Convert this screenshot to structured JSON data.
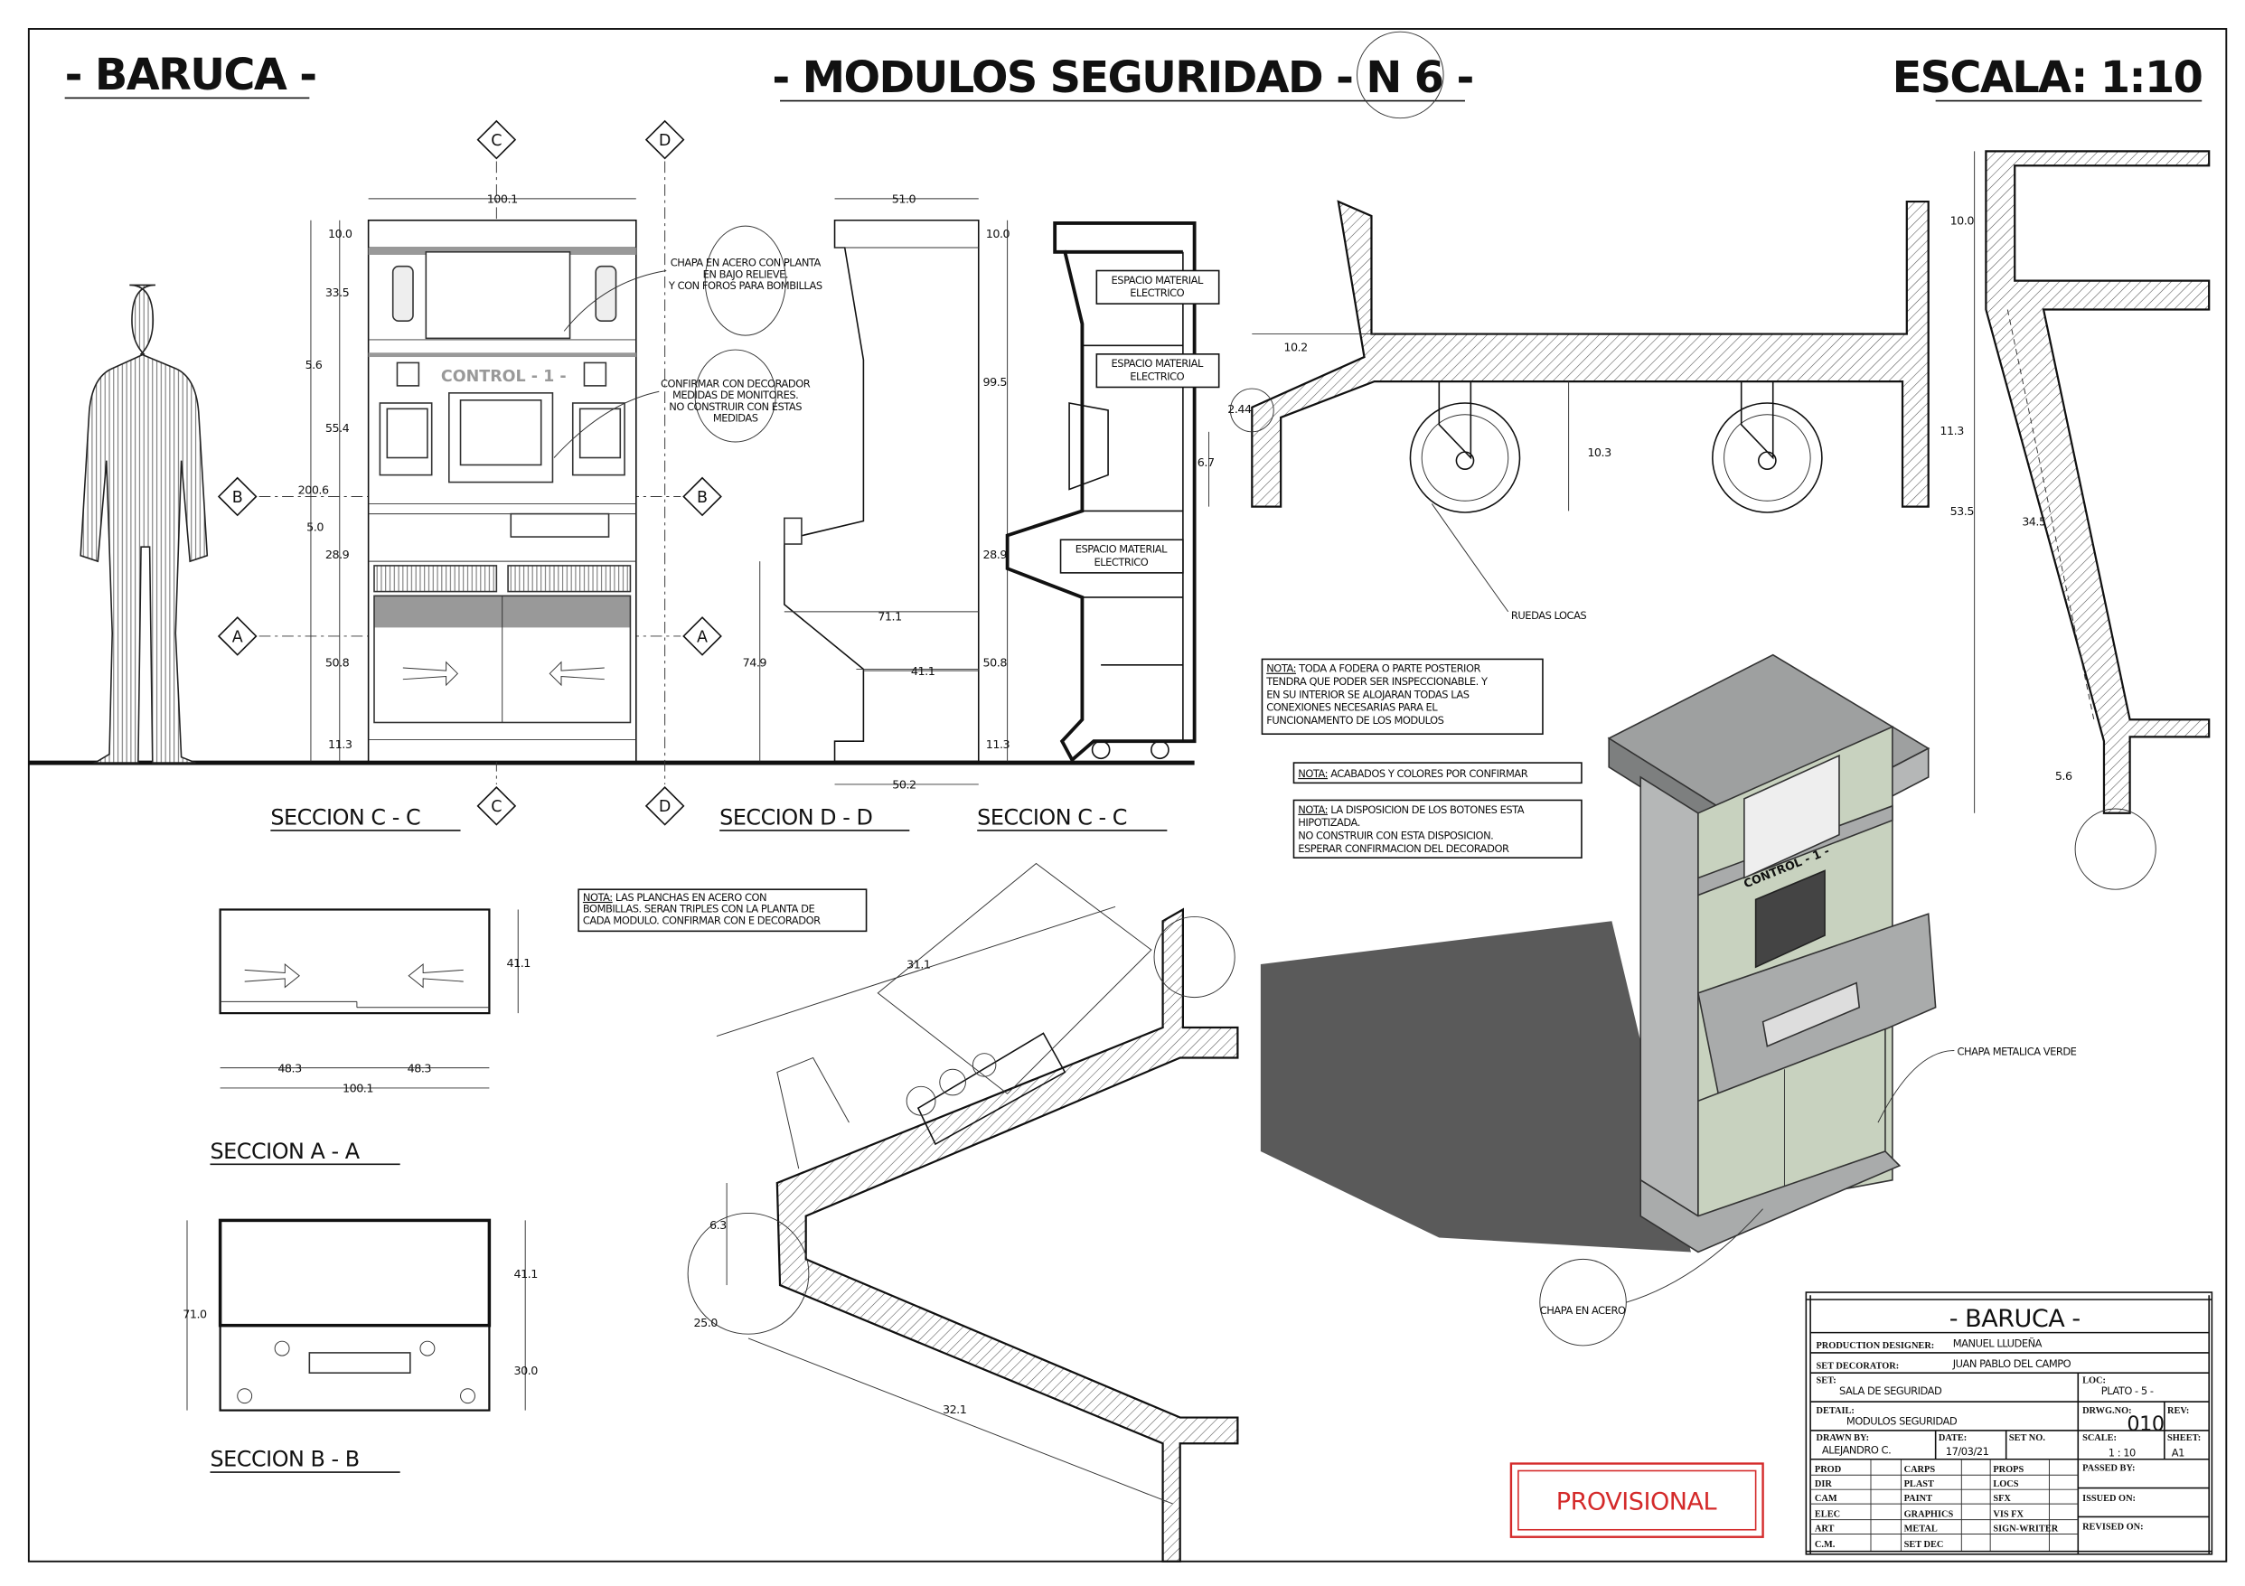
{
  "header": {
    "left_title": "- BARUCA -",
    "center_title": "- MODULOS SEGURIDAD - N 6 -",
    "scale_title": "ESCALA: 1:10"
  },
  "views": {
    "section_cc_1": "SECCION C - C",
    "section_dd": "SECCION D - D",
    "section_cc_2": "SECCION C - C",
    "section_aa": "SECCION A - A",
    "section_bb": "SECCION B - B",
    "markers": {
      "c": "C",
      "d": "D",
      "a": "A",
      "b": "B"
    },
    "control_label": "CONTROL - 1 -"
  },
  "dimensions": {
    "front_width": "100.1",
    "front_h1": "10.0",
    "front_h2": "33.5",
    "front_h3": "5.6",
    "front_h4": "55.4",
    "front_total": "200.6",
    "front_h5": "5.0",
    "front_h6": "28.9",
    "front_h7": "50.8",
    "front_h8": "11.3",
    "side_width": "51.0",
    "side_h1": "10.0",
    "side_h2": "99.5",
    "side_h3": "28.9",
    "side_h4": "50.8",
    "side_h5": "11.3",
    "side_desk_h": "74.9",
    "side_desk_w": "71.1",
    "side_base_w": "41.1",
    "side_bottom_w": "50.2",
    "wheel_a": "10.2",
    "wheel_b": "2.44",
    "wheel_c": "6.7",
    "wheel_d": "10.3",
    "right_a": "10.0",
    "right_b": "11.3",
    "right_c": "53.5",
    "right_d": "34.5",
    "right_e": "5.6",
    "plan_a_depth": "41.1",
    "plan_a_left": "48.3",
    "plan_a_right": "48.3",
    "plan_a_total": "100.1",
    "plan_b_h": "71.0",
    "plan_b_top": "41.1",
    "plan_b_bottom": "30.0",
    "detail_a": "31.1",
    "detail_b": "6.3",
    "detail_c": "25.0",
    "detail_d": "32.1"
  },
  "callouts": {
    "chapa_planta": [
      "CHAPA EN ACERO CON PLANTA",
      "EN BAJO RELIEVE.",
      "Y CON FOROS PARA BOMBILLAS"
    ],
    "confirmar_monitores": [
      "CONFIRMAR CON DECORADOR",
      "MEDIDAS DE MONITORES.",
      "NO CONSTRUIR CON ESTAS",
      "MEDIDAS"
    ],
    "espacio_1": [
      "ESPACIO MATERIAL",
      "ELECTRICO"
    ],
    "espacio_2": [
      "ESPACIO MATERIAL",
      "ELECTRICO"
    ],
    "espacio_3": [
      "ESPACIO MATERIAL",
      "ELECTRICO"
    ],
    "ruedas": "RUEDAS LOCAS",
    "chapa_verde": "CHAPA METALICA VERDE",
    "chapa_acero": "CHAPA EN ACERO"
  },
  "notes": {
    "prefix": "NOTA:",
    "fodera": [
      " TODA A FODERA O PARTE POSTERIOR",
      "TENDRA QUE PODER SER INSPECCIONABLE. Y",
      "EN SU INTERIOR SE ALOJARAN TODAS LAS",
      "CONEXIONES NECESARIAS PARA EL",
      "FUNCIONAMENTO DE LOS MODULOS"
    ],
    "acabados": " ACABADOS Y COLORES POR CONFIRMAR",
    "botones": [
      " LA DISPOSICION DE LOS BOTONES ESTA",
      "HIPOTIZADA.",
      "NO CONSTRUIR CON ESTA DISPOSICION.",
      "ESPERAR CONFIRMACION DEL DECORADOR"
    ],
    "planchas": [
      " LAS PLANCHAS EN ACERO CON",
      "BOMBILLAS. SERAN TRIPLES CON LA PLANTA DE",
      "CADA MODULO. CONFIRMAR CON E DECORADOR"
    ]
  },
  "stamp": {
    "text": "PROVISIONAL",
    "color": "#d42a2a"
  },
  "title_block": {
    "title": "- BARUCA -",
    "production_designer_label": "PRODUCTION DESIGNER:",
    "production_designer": "MANUEL LLUDEÑA",
    "set_decorator_label": "SET DECORATOR:",
    "set_decorator": "JUAN PABLO DEL CAMPO",
    "set_label": "SET:",
    "set": "SALA DE SEGURIDAD",
    "loc_label": "LOC:",
    "loc": "PLATO - 5 -",
    "detail_label": "DETAIL:",
    "detail": "MODULOS SEGURIDAD",
    "drwg_label": "DRWG.NO:",
    "drwg": "010",
    "rev_label": "REV:",
    "drawn_label": "DRAWN BY:",
    "drawn": "ALEJANDRO C.",
    "date_label": "DATE:",
    "date": "17/03/21",
    "setno_label": "SET NO.",
    "scale_label": "SCALE:",
    "scale": "1 : 10",
    "sheet_label": "SHEET:",
    "sheet": "A1",
    "col1": [
      "PROD",
      "DIR",
      "CAM",
      "ELEC",
      "ART",
      "C.M."
    ],
    "col2": [
      "CARPS",
      "PLAST",
      "PAINT",
      "GRAPHICS",
      "METAL",
      "SET DEC"
    ],
    "col3": [
      "PROPS",
      "LOCS",
      "SFX",
      "VIS FX",
      "SIGN-WRITER"
    ],
    "passed_label": "PASSED BY:",
    "issued_label": "ISSUED ON:",
    "revised_label": "REVISED ON:"
  },
  "colors": {
    "module_green": "#c8d2bf",
    "module_grey": "#a9abab",
    "shadow": "#5a5a5a"
  }
}
